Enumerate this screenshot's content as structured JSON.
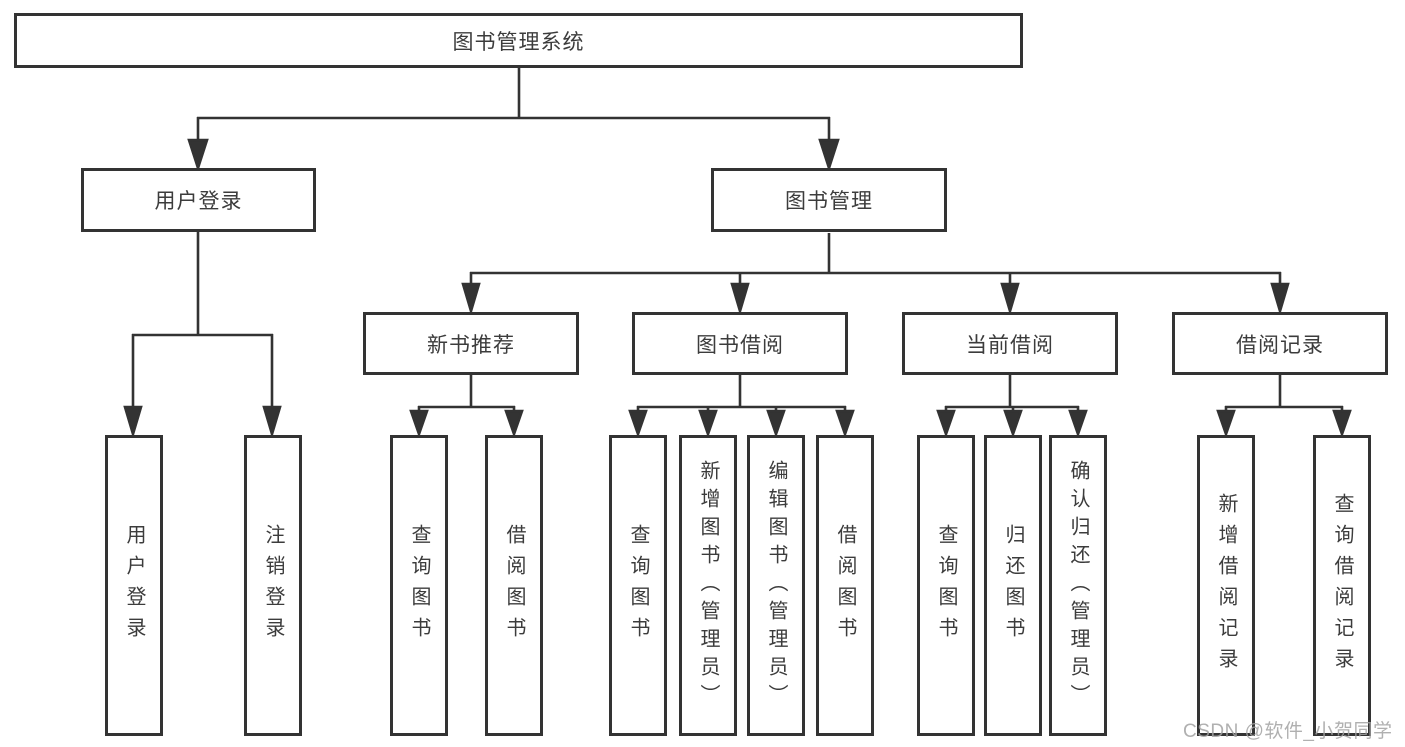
{
  "tree": {
    "root": {
      "label": "图书管理系统"
    },
    "children": [
      {
        "label": "用户登录",
        "children": [
          {
            "label": "用户登录"
          },
          {
            "label": "注销登录"
          }
        ]
      },
      {
        "label": "图书管理",
        "children": [
          {
            "label": "新书推荐",
            "children": [
              {
                "label": "查询图书"
              },
              {
                "label": "借阅图书"
              }
            ]
          },
          {
            "label": "图书借阅",
            "children": [
              {
                "label": "查询图书"
              },
              {
                "label": "新增图书（管理员）"
              },
              {
                "label": "编辑图书（管理员）"
              },
              {
                "label": "借阅图书"
              }
            ]
          },
          {
            "label": "当前借阅",
            "children": [
              {
                "label": "查询图书"
              },
              {
                "label": "归还图书"
              },
              {
                "label": "确认归还（管理员）"
              }
            ]
          },
          {
            "label": "借阅记录",
            "children": [
              {
                "label": "新增借阅记录"
              },
              {
                "label": "查询借阅记录"
              }
            ]
          }
        ]
      }
    ]
  },
  "watermark": {
    "text": "CSDN @软件_小贺同学",
    "color": "#a3a3a3"
  },
  "colors": {
    "line": "#333333",
    "box_border": "#333333",
    "text": "#3c3c3c",
    "background": "#ffffff"
  }
}
